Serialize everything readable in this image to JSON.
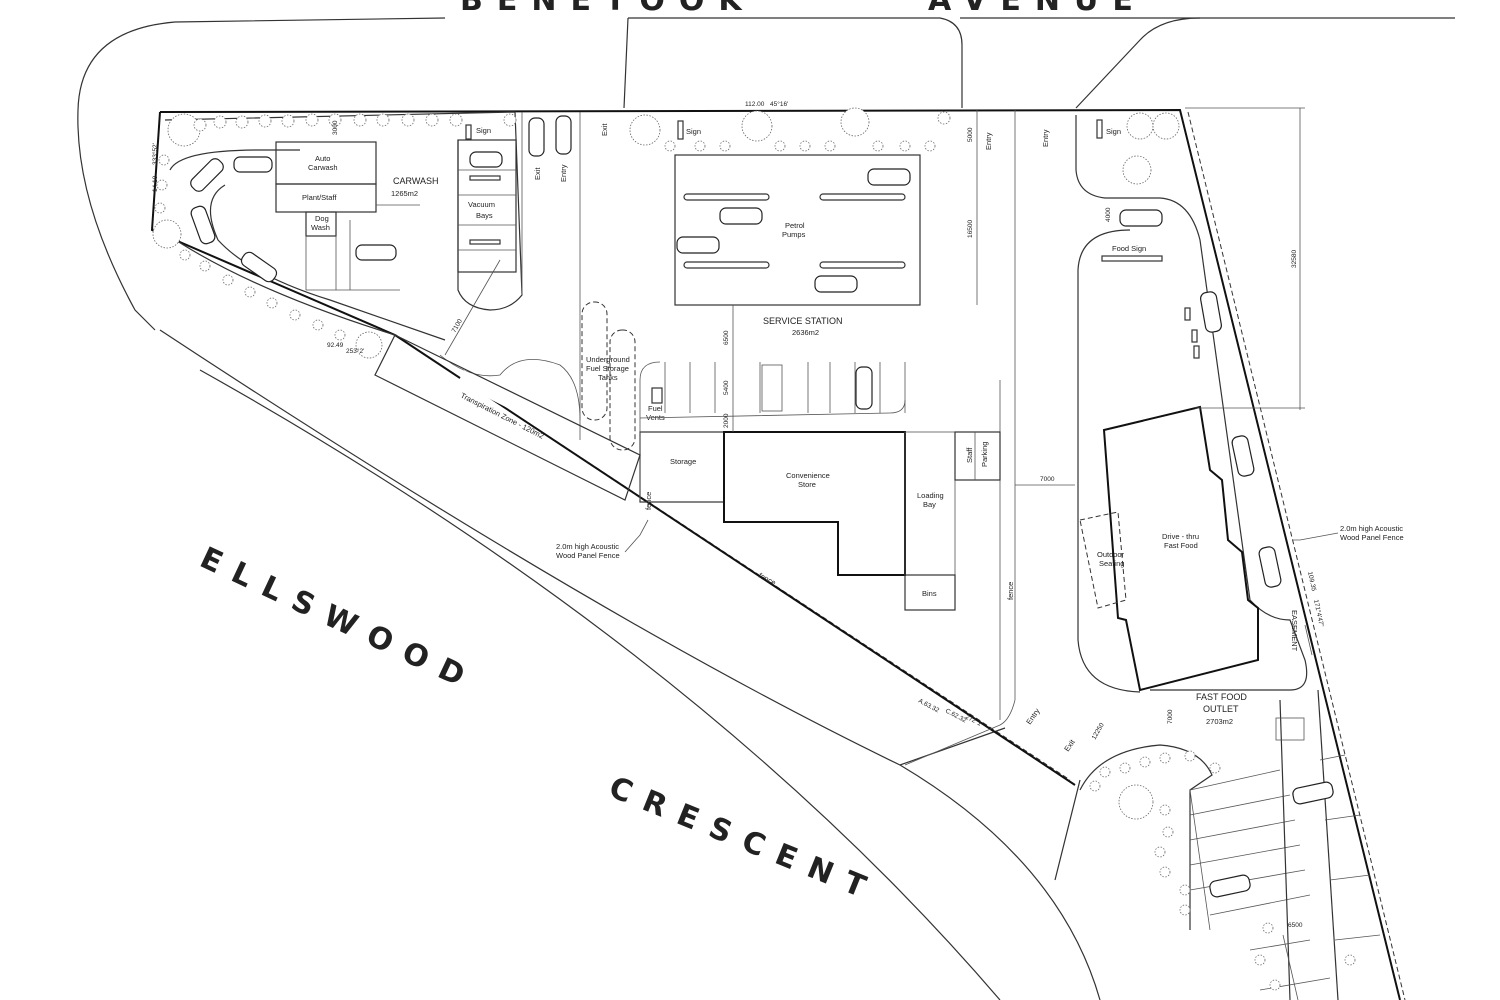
{
  "roads": {
    "north_left": "BENETOOK",
    "north_right": "AVENUE",
    "west": "ELLSWOOD",
    "south": "CRESCENT"
  },
  "carwash": {
    "title": "CARWASH",
    "area": "1265m2",
    "auto_carwash_1": "Auto",
    "auto_carwash_2": "Carwash",
    "plant_staff": "Plant/Staff",
    "dog_wash_1": "Dog",
    "dog_wash_2": "Wash",
    "vacuum_bays_1": "Vacuum",
    "vacuum_bays_2": "Bays",
    "sign": "Sign"
  },
  "service_station": {
    "title": "SERVICE STATION",
    "area": "2636m2",
    "petrol_pumps_1": "Petrol",
    "petrol_pumps_2": "Pumps",
    "ufst_1": "Underground",
    "ufst_2": "Fuel Storage",
    "ufst_3": "Tanks",
    "fuel_vents_1": "Fuel",
    "fuel_vents_2": "Vents",
    "storage": "Storage",
    "convenience_1": "Convenience",
    "convenience_2": "Store",
    "loading_1": "Loading",
    "loading_2": "Bay",
    "bins": "Bins",
    "staff_parking_1": "Staff",
    "staff_parking_2": "Parking",
    "sign": "Sign"
  },
  "fast_food": {
    "title_1": "FAST FOOD",
    "title_2": "OUTLET",
    "area": "2703m2",
    "drive_thru_1": "Drive - thru",
    "drive_thru_2": "Fast Food",
    "outdoor_1": "Outdoor",
    "outdoor_2": "Seating",
    "food_sign": "Food Sign",
    "sign": "Sign",
    "easement": "EASEMENT"
  },
  "labels": {
    "exit": "Exit",
    "entry": "Entry",
    "fence": "fence",
    "transpiration": "Transpiration Zone - 120m2",
    "acoustic_1": "2.0m high Acoustic",
    "acoustic_2": "Wood Panel Fence"
  },
  "dimensions": {
    "d3000": "3000",
    "d7100": "7100",
    "d6500": "6500",
    "d5400": "5400",
    "d2000": "2000",
    "d5000": "5000",
    "d16500": "16500",
    "d4000": "4000",
    "d32580": "32580",
    "d7000a": "7000",
    "d7000b": "7000",
    "d12250": "12250",
    "d6500b": "6500",
    "brg_top_1": "112.00",
    "brg_top_2": "45°16'",
    "brg_left_1": "14.10",
    "brg_left_2": "333°52'",
    "brg_sw_1": "92.49",
    "brg_sw_2": "253°2'",
    "brg_s_1": "A.63.32",
    "brg_s_2": "C.62.32",
    "brg_s_3": "272°1'",
    "brg_e_1": "109.35",
    "brg_e_2": "171°4'47\""
  }
}
